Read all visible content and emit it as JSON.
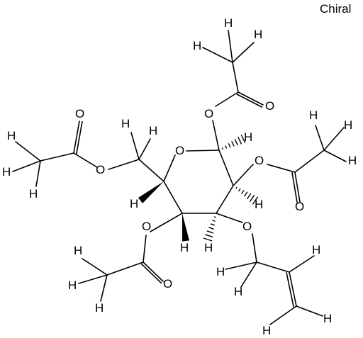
{
  "figure": {
    "chiral_label": "Chiral",
    "atom_labels": {
      "oxygen": "O",
      "hydrogen": "H"
    }
  }
}
